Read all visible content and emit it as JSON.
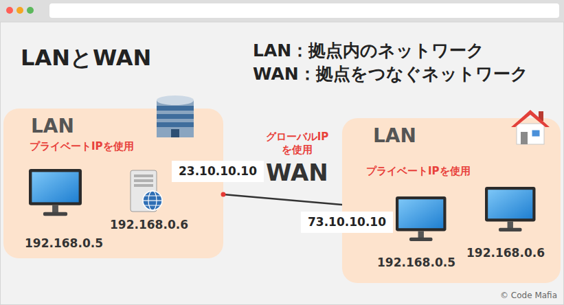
{
  "diagram": {
    "title": "LANとWAN",
    "nodes": [
      {
        "text": [
          "LAN",
          "プライベートIPを使用"
        ]
      },
      {
        "text": [
          "23.10.10.10"
        ]
      },
      {
        "text": [
          "LAN",
          "プライベートIPを使用"
        ]
      },
      {
        "text": [
          "73.10.10.10"
        ]
      }
    ],
    "edges": [
      {
        "from": 0,
        "to": 2,
        "arrow": "none"
      }
    ],
    "labels": [
      "LAN：拠点内のネットワーク",
      "WAN：拠点をつなぐネットワーク",
      "グローバルIP を使用",
      "WAN",
      "192.168.0.5",
      "192.168.0.6",
      "192.168.0.5",
      "192.168.0.6",
      "© Code Mafia"
    ]
  }
}
